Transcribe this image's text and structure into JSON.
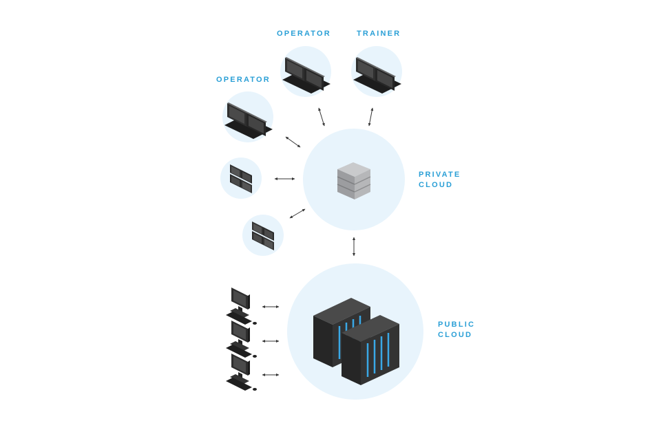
{
  "colors": {
    "label": "#2a9fd6",
    "circle_fill": "#e8f4fc",
    "device_dark": "#2b2b2b",
    "device_mid": "#3e3e3e",
    "device_light": "#575757",
    "server_gray": "#a9aaac",
    "rack_accent": "#3aa8e6",
    "arrow": "#333333"
  },
  "labels": {
    "operator_top": "OPERATOR",
    "trainer": "TRAINER",
    "operator_left": "OPERATOR",
    "private_cloud_line1": "PRIVATE",
    "private_cloud_line2": "CLOUD",
    "public_cloud_line1": "PUBLIC",
    "public_cloud_line2": "CLOUD"
  },
  "icons": {
    "operator_station": "dual-monitor-console-icon",
    "trainer_station": "dual-monitor-console-icon",
    "quad_screen": "quad-monitor-icon",
    "private_server": "server-stack-icon",
    "public_racks": "server-rack-icon",
    "workstation": "desktop-workstation-icon",
    "connector": "double-arrow-icon"
  }
}
